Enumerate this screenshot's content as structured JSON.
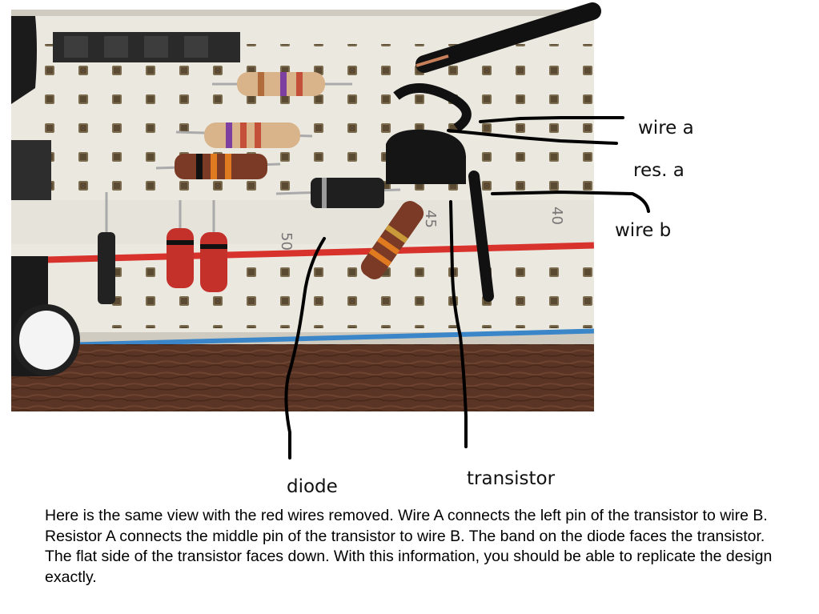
{
  "labels": {
    "wire_a": "wire a",
    "res_a": "res. a",
    "wire_b": "wire b",
    "diode": "diode",
    "transistor": "transistor"
  },
  "breadboard_numbers": {
    "n50": "50",
    "n45": "45",
    "n40": "40"
  },
  "caption": "Here is the same view with the red wires removed.  Wire A connects the left pin of the transistor to wire B.  Resistor A connects the middle pin of the transistor to wire B.  The band on the diode faces the transistor.  The flat side of the transistor faces down.  With this information, you should be able to replicate the design exactly."
}
